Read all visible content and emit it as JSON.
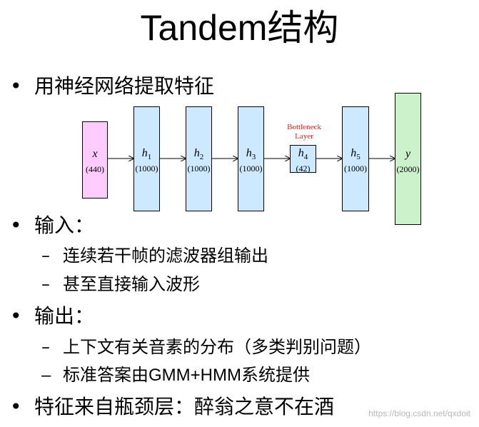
{
  "title": {
    "en": "Tandem",
    "zh": "结构"
  },
  "bullets": [
    {
      "text": "用神经网络提取特征"
    },
    {
      "text": "输入："
    },
    {
      "text": "输出："
    },
    {
      "text": "特征来自瓶颈层：醉翁之意不在酒"
    }
  ],
  "subitems": [
    {
      "text": "连续若干帧的滤波器组输出"
    },
    {
      "text": "甚至直接输入波形"
    },
    {
      "text": "上下文有关音素的分布（多类判别问题）"
    },
    {
      "text": "标准答案由GMM+HMM系统提供"
    }
  ],
  "diagram": {
    "bottleneck_label": [
      "Bottleneck",
      "Layer"
    ],
    "nodes": [
      {
        "sym": "x",
        "sub": "",
        "count": "(440)",
        "fill": "#ffccff"
      },
      {
        "sym": "h",
        "sub": "1",
        "count": "(1000)",
        "fill": "#cce9ff"
      },
      {
        "sym": "h",
        "sub": "2",
        "count": "(1000)",
        "fill": "#cce9ff"
      },
      {
        "sym": "h",
        "sub": "3",
        "count": "(1000)",
        "fill": "#cce9ff"
      },
      {
        "sym": "h",
        "sub": "4",
        "count": "(42)",
        "fill": "#cce9ff"
      },
      {
        "sym": "h",
        "sub": "5",
        "count": "(1000)",
        "fill": "#cce9ff"
      },
      {
        "sym": "y",
        "sub": "",
        "count": "(2000)",
        "fill": "#ccf2cc"
      }
    ]
  },
  "watermark": "https://blog.csdn.net/qxdoit"
}
